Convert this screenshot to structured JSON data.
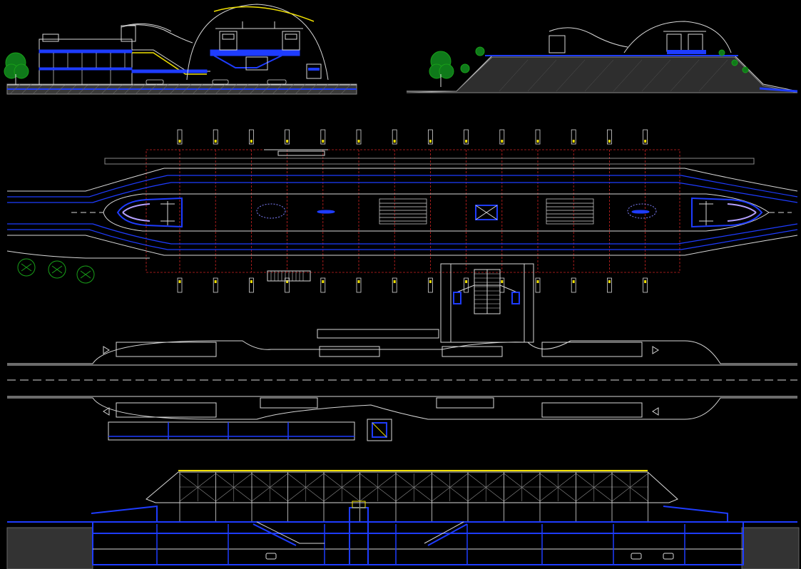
{
  "drawing": {
    "background": "#000000",
    "line_colors": {
      "structure": "#1e3cff",
      "outline": "#d8d8d8",
      "grid": "#cc2222",
      "yellow": "#f0e000",
      "green": "#19a019",
      "cyan": "#4cc8ff",
      "grey": "#8c8c8c"
    },
    "views": [
      {
        "id": "section-elevation-left",
        "kind": "cross-section"
      },
      {
        "id": "section-elevation-right",
        "kind": "embankment-section"
      },
      {
        "id": "station-plan",
        "kind": "plan"
      },
      {
        "id": "longitudinal-section",
        "kind": "long-section"
      }
    ],
    "plan": {
      "column_grid_bays": 14,
      "platform_islands": 2,
      "escalator_banks": 2,
      "road_lanes": 2
    }
  }
}
